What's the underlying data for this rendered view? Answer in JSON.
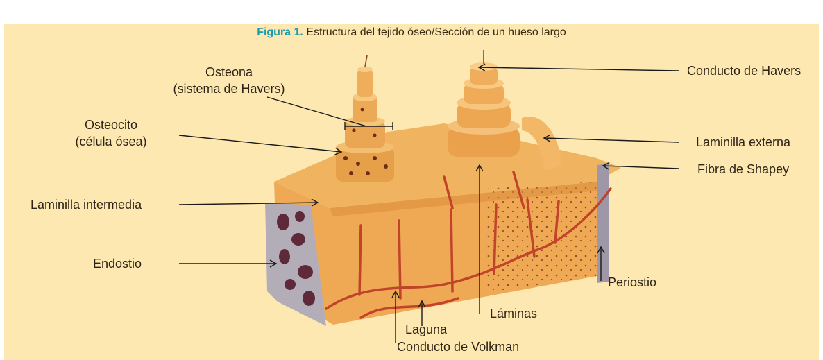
{
  "figure": {
    "number": "Figura 1.",
    "title": "Estructura del tejido óseo/Sección de un hueso largo"
  },
  "labels": {
    "osteona_1": "Osteona",
    "osteona_2": "(sistema de Havers)",
    "osteocito_1": "Osteocito",
    "osteocito_2": "(célula ósea)",
    "laminilla_intermedia": "Laminilla intermedia",
    "endostio": "Endostio",
    "conducto_havers": "Conducto de Havers",
    "laminilla_externa": "Laminilla externa",
    "fibra_shapey": "Fibra de Shapey",
    "periostio": "Periostio",
    "laminas": "Láminas",
    "laguna": "Laguna",
    "conducto_volkman": "Conducto de Volkman"
  },
  "colors": {
    "background": "#fde8b2",
    "title_accent": "#1e9aa8",
    "bone": "#f2b25c",
    "bone_shadow": "#d98a3a",
    "vessel": "#c0432a",
    "marrow": "#a9a3ad"
  }
}
